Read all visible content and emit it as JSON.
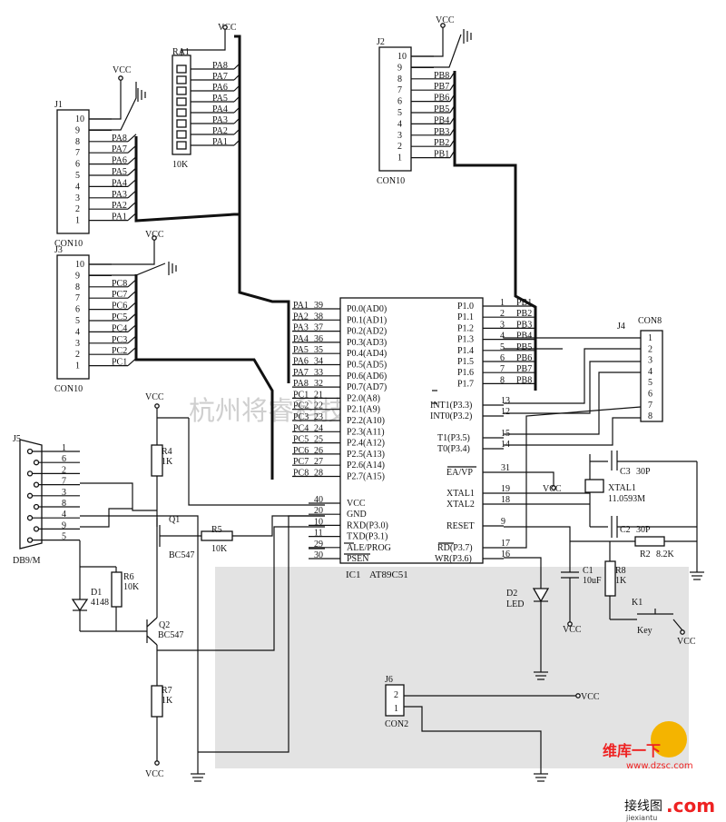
{
  "watermark": "杭州将睿科技有限公司",
  "mcu": {
    "ref": "IC1",
    "name": "AT89C51",
    "left_pins": [
      {
        "net": "PA1",
        "num": "39",
        "name": "P0.0(AD0)"
      },
      {
        "net": "PA2",
        "num": "38",
        "name": "P0.1(AD1)"
      },
      {
        "net": "PA3",
        "num": "37",
        "name": "P0.2(AD2)"
      },
      {
        "net": "PA4",
        "num": "36",
        "name": "P0.3(AD3)"
      },
      {
        "net": "PA5",
        "num": "35",
        "name": "P0.4(AD4)"
      },
      {
        "net": "PA6",
        "num": "34",
        "name": "P0.5(AD5)"
      },
      {
        "net": "PA7",
        "num": "33",
        "name": "P0.6(AD6)"
      },
      {
        "net": "PA8",
        "num": "32",
        "name": "P0.7(AD7)"
      },
      {
        "net": "PC1",
        "num": "21",
        "name": "P2.0(A8)"
      },
      {
        "net": "PC2",
        "num": "22",
        "name": "P2.1(A9)"
      },
      {
        "net": "PC3",
        "num": "23",
        "name": "P2.2(A10)"
      },
      {
        "net": "PC4",
        "num": "24",
        "name": "P2.3(A11)"
      },
      {
        "net": "PC5",
        "num": "25",
        "name": "P2.4(A12)"
      },
      {
        "net": "PC6",
        "num": "26",
        "name": "P2.5(A13)"
      },
      {
        "net": "PC7",
        "num": "27",
        "name": "P2.6(A14)"
      },
      {
        "net": "PC8",
        "num": "28",
        "name": "P2.7(A15)"
      }
    ],
    "left_ctrl": [
      {
        "num": "40",
        "name": "VCC"
      },
      {
        "num": "20",
        "name": "GND"
      },
      {
        "num": "10",
        "name": "RXD(P3.0)"
      },
      {
        "num": "11",
        "name": "TXD(P3.1)"
      },
      {
        "num": "29",
        "name": "ALE/PROG"
      },
      {
        "num": "30",
        "name": "PSEN"
      }
    ],
    "right_pins": [
      {
        "name": "P1.0",
        "num": "1",
        "net": "PB1"
      },
      {
        "name": "P1.1",
        "num": "2",
        "net": "PB2"
      },
      {
        "name": "P1.2",
        "num": "3",
        "net": "PB3"
      },
      {
        "name": "P1.3",
        "num": "4",
        "net": "PB4"
      },
      {
        "name": "P1.4",
        "num": "5",
        "net": "PB5"
      },
      {
        "name": "P1.5",
        "num": "6",
        "net": "PB6"
      },
      {
        "name": "P1.6",
        "num": "7",
        "net": "PB7"
      },
      {
        "name": "P1.7",
        "num": "8",
        "net": "PB8"
      }
    ],
    "right_ctrl": [
      {
        "name": "INT1(P3.3)",
        "num": "13"
      },
      {
        "name": "INT0(P3.2)",
        "num": "12"
      },
      {
        "name": "T1(P3.5)",
        "num": "15"
      },
      {
        "name": "T0(P3.4)",
        "num": "14"
      },
      {
        "name": "EA/VP",
        "num": "31"
      },
      {
        "name": "XTAL1",
        "num": "19"
      },
      {
        "name": "XTAL2",
        "num": "18"
      },
      {
        "name": "RESET",
        "num": "9"
      },
      {
        "name": "RD(P3.7)",
        "num": "17"
      },
      {
        "name": "WR(P3.6)",
        "num": "16"
      }
    ]
  },
  "connectors": {
    "j1": {
      "ref": "J1",
      "type": "CON10",
      "pins": [
        "10",
        "9",
        "8",
        "7",
        "6",
        "5",
        "4",
        "3",
        "2",
        "1"
      ],
      "nets": [
        "PA8",
        "PA7",
        "PA6",
        "PA5",
        "PA4",
        "PA3",
        "PA2",
        "PA1"
      ]
    },
    "j2": {
      "ref": "J2",
      "type": "CON10",
      "pins": [
        "10",
        "9",
        "8",
        "7",
        "6",
        "5",
        "4",
        "3",
        "2",
        "1"
      ],
      "nets": [
        "PB8",
        "PB7",
        "PB6",
        "PB5",
        "PB4",
        "PB3",
        "PB2",
        "PB1"
      ]
    },
    "j3": {
      "ref": "J3",
      "type": "CON10",
      "pins": [
        "10",
        "9",
        "8",
        "7",
        "6",
        "5",
        "4",
        "3",
        "2",
        "1"
      ],
      "nets": [
        "PC8",
        "PC7",
        "PC6",
        "PC5",
        "PC4",
        "PC3",
        "PC2",
        "PC1"
      ]
    },
    "j4": {
      "ref": "J4",
      "type": "CON8",
      "pins": [
        "1",
        "2",
        "3",
        "4",
        "5",
        "6",
        "7",
        "8"
      ]
    },
    "j5": {
      "ref": "J5",
      "type": "DB9/M",
      "pins": [
        "1",
        "6",
        "2",
        "7",
        "3",
        "8",
        "4",
        "9",
        "5"
      ]
    },
    "j6": {
      "ref": "J6",
      "type": "CON2",
      "pins": [
        "2",
        "1"
      ]
    }
  },
  "resistor_array": {
    "ref": "RA1",
    "value": "10K",
    "nets": [
      "PA8",
      "PA7",
      "PA6",
      "PA5",
      "PA4",
      "PA3",
      "PA2",
      "PA1"
    ]
  },
  "components": {
    "r4": {
      "ref": "R4",
      "value": "1K"
    },
    "r5": {
      "ref": "R5",
      "value": "10K"
    },
    "r6": {
      "ref": "R6",
      "value": "10K"
    },
    "r7": {
      "ref": "R7",
      "value": "1K"
    },
    "r8": {
      "ref": "R8",
      "value": "1K"
    },
    "r2": {
      "ref": "R2",
      "value": "8.2K"
    },
    "q1": {
      "ref": "Q1",
      "value": "BC547"
    },
    "q2": {
      "ref": "Q2",
      "value": "BC547"
    },
    "d1": {
      "ref": "D1",
      "value": "4148"
    },
    "d2": {
      "ref": "D2",
      "value": "LED"
    },
    "c1": {
      "ref": "C1",
      "value": "10uF"
    },
    "c2": {
      "ref": "C2",
      "value": "30P"
    },
    "c3": {
      "ref": "C3",
      "value": "30P"
    },
    "xtal": {
      "ref": "XTAL1",
      "value": "11.0593M"
    },
    "k1": {
      "ref": "K1",
      "value": "Key"
    }
  },
  "power": {
    "vcc": "VCC"
  },
  "site_logo": {
    "url": "www.dzsc.com",
    "name": "维库一下",
    "bottom": "接线图",
    "bottom2": ".com",
    "bottom3": "jiexiantu"
  }
}
